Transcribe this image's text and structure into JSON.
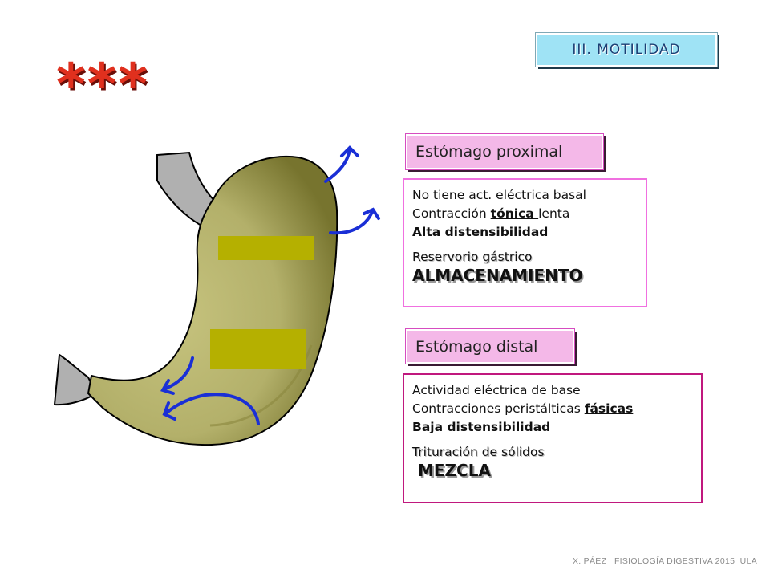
{
  "header": {
    "section_title": "III. MOTILIDAD",
    "stars": "***"
  },
  "proximal": {
    "title": "Estómago proximal",
    "line1": "No tiene act. eléctrica basal",
    "line2_pre": "Contracción ",
    "line2_under": "tónica ",
    "line2_post": "lenta",
    "line3": "Alta distensibilidad",
    "role": "Reservorio gástrico",
    "function": "ALMACENAMIENTO"
  },
  "distal": {
    "title": "Estómago distal",
    "line1": "Actividad eléctrica de base",
    "line2_pre": "Contracciones peristálticas ",
    "line2_under": "fásicas",
    "line3": "Baja distensibilidad",
    "role": "Trituración de sólidos",
    "function": " MEZCLA"
  },
  "footer": {
    "credit": "X. PÁEZ   FISIOLOGÍA DIGESTIVA 2015  ULA"
  },
  "colors": {
    "stomach_fill": "#b7b46a",
    "stomach_shade": "#6e6b2a",
    "label_bar": "#b5b000",
    "arrow": "#1a2fd6",
    "badge": "#9fe3f5",
    "pink_label": "#f4b8e8",
    "stars": "#e0301e"
  }
}
